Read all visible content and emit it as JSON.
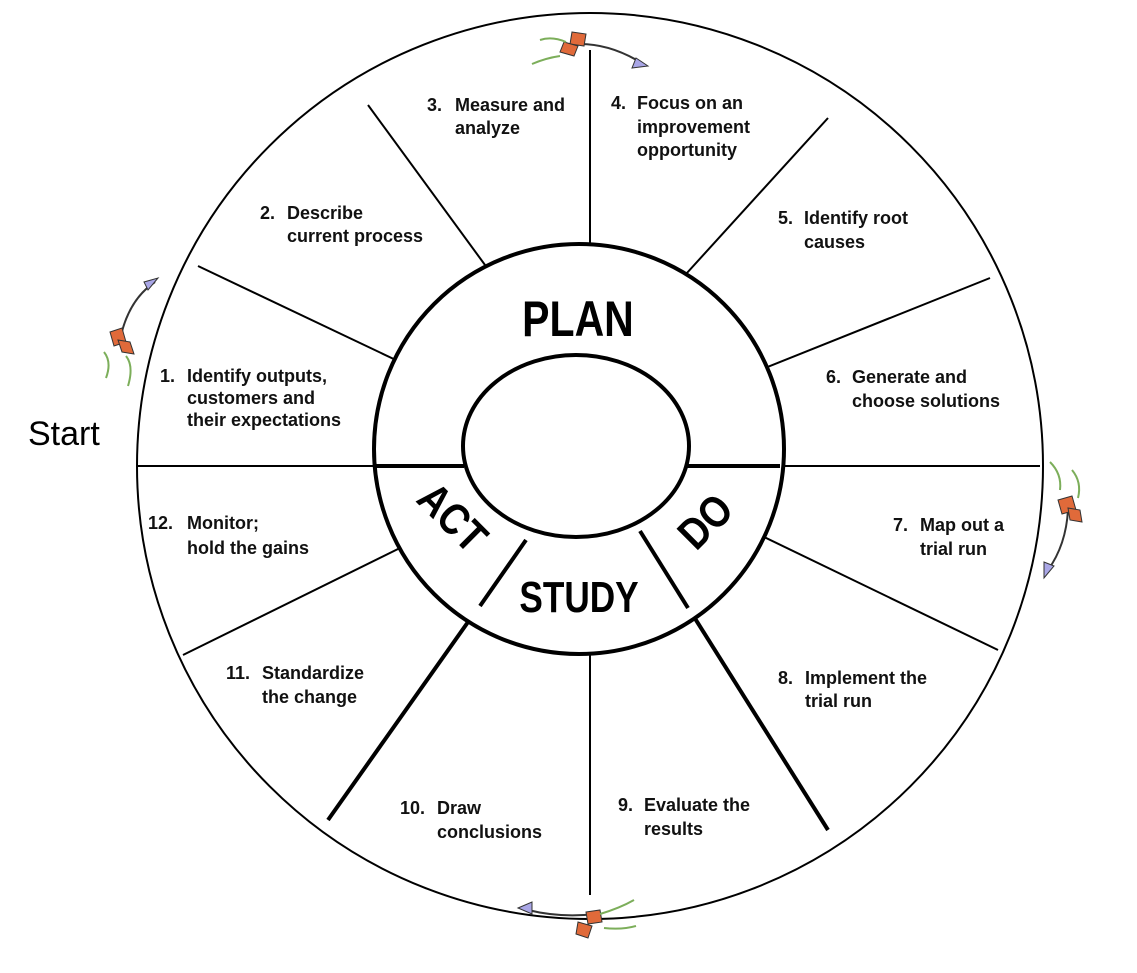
{
  "start_label": "Start",
  "phases": {
    "plan": "PLAN",
    "do": "DO",
    "study": "STUDY",
    "act": "ACT"
  },
  "steps": [
    {
      "number": "1.",
      "lines": [
        "Identify outputs,",
        "customers and",
        "their expectations"
      ]
    },
    {
      "number": "2.",
      "lines": [
        "Describe",
        "current process"
      ]
    },
    {
      "number": "3.",
      "lines": [
        "Measure and",
        "analyze"
      ]
    },
    {
      "number": "4.",
      "lines": [
        "Focus on an",
        "improvement",
        "opportunity"
      ]
    },
    {
      "number": "5.",
      "lines": [
        "Identify root",
        "causes"
      ]
    },
    {
      "number": "6.",
      "lines": [
        "Generate and",
        "choose solutions"
      ]
    },
    {
      "number": "7.",
      "lines": [
        "Map out a",
        "trial run"
      ]
    },
    {
      "number": "8.",
      "lines": [
        "Implement the",
        "trial run"
      ]
    },
    {
      "number": "9.",
      "lines": [
        "Evaluate the",
        "results"
      ]
    },
    {
      "number": "10.",
      "lines": [
        "Draw",
        "conclusions"
      ]
    },
    {
      "number": "11.",
      "lines": [
        "Standardize",
        "the change"
      ]
    },
    {
      "number": "12.",
      "lines": [
        "Monitor;",
        "hold the gains"
      ]
    }
  ],
  "colors": {
    "line": "#000000",
    "arrow_head": "#a9a6e6",
    "dart_fletch": "#e06a3a",
    "dart_leaf": "#7cae5a"
  },
  "icons": [
    "dart-arrow-icon"
  ]
}
